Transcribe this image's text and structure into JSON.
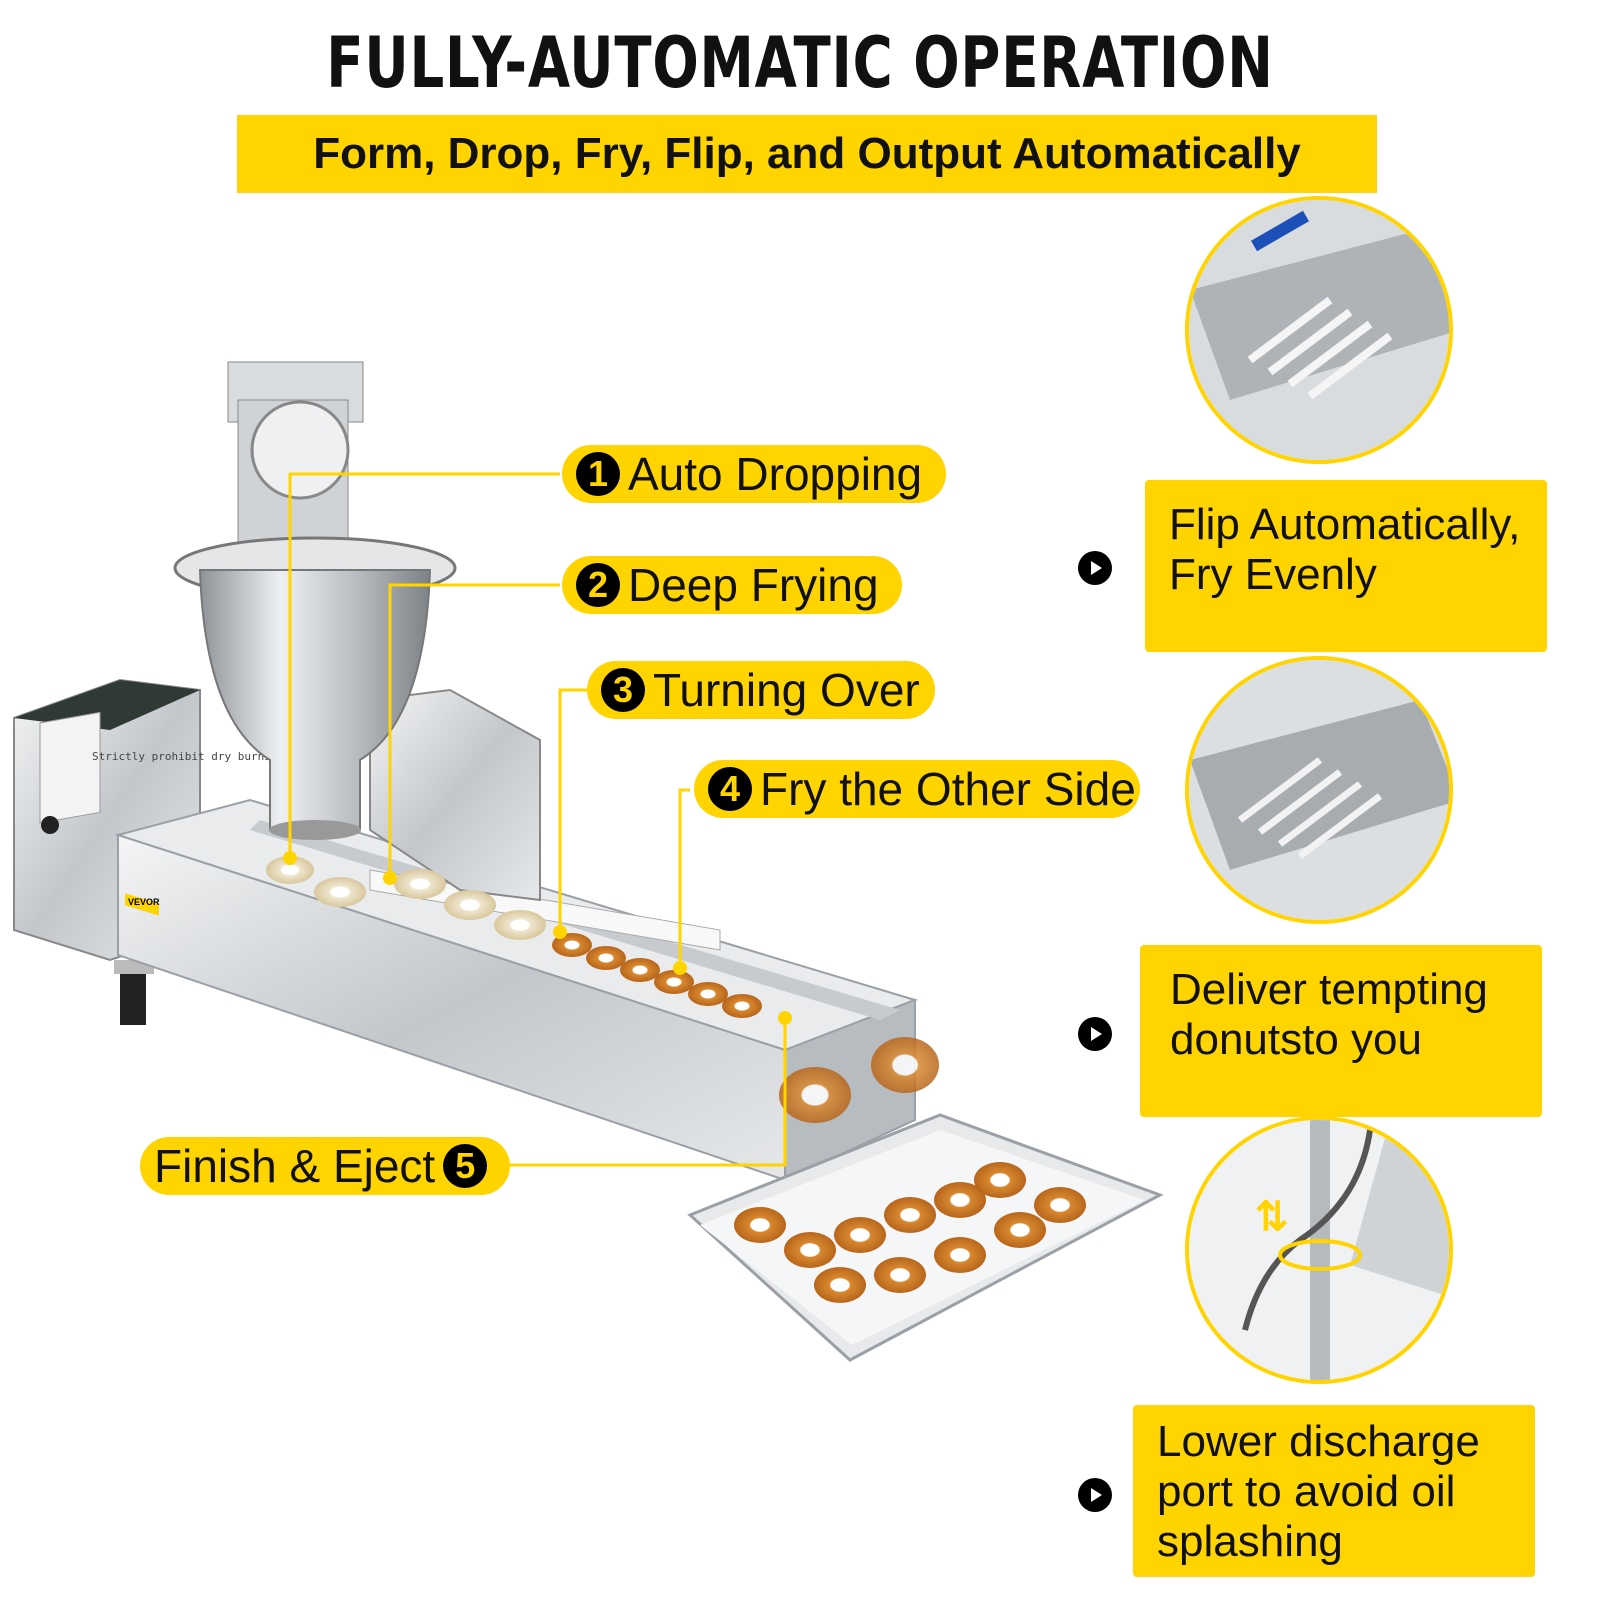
{
  "header": {
    "title": "FULLY-AUTOMATIC OPERATION",
    "subtitle": "Form, Drop, Fry, Flip, and Output Automatically"
  },
  "steps": [
    {
      "number": "1",
      "label": "Auto Dropping"
    },
    {
      "number": "2",
      "label": "Deep Frying"
    },
    {
      "number": "3",
      "label": "Turning Over"
    },
    {
      "number": "4",
      "label": "Fry the Other Side"
    },
    {
      "number": "5",
      "label": "Finish & Eject"
    }
  ],
  "features": [
    {
      "line1": "Flip Automatically,",
      "line2": "Fry Evenly",
      "line3": ""
    },
    {
      "line1": "Deliver tempting",
      "line2": "donutsto you",
      "line3": ""
    },
    {
      "line1": "Lower discharge",
      "line2": "port to avoid oil",
      "line3": "splashing"
    }
  ],
  "machine": {
    "brand_label": "VEVOR",
    "warning_label": "Strictly prohibit dry burning!"
  },
  "colors": {
    "accent": "#ffd400",
    "text": "#111111",
    "steel": "#c9cdd1"
  }
}
